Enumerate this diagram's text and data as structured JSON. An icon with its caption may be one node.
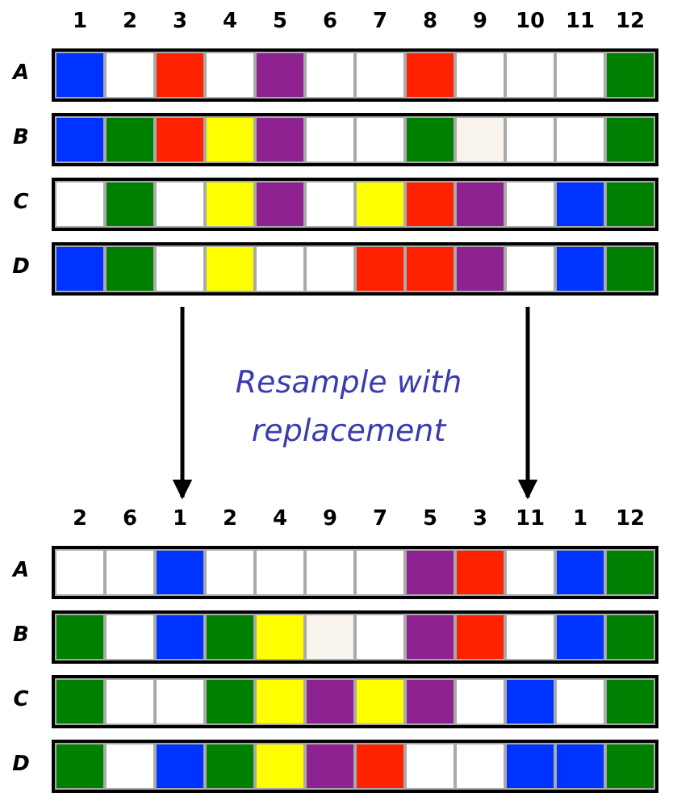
{
  "diagram": {
    "nodes": [
      {
        "text": [],
        "shape": "box"
      },
      {
        "text": [],
        "shape": "box"
      }
    ],
    "edges": [
      {
        "from": 0,
        "to": 1,
        "arrow": "to"
      },
      {
        "from": 0,
        "to": 1,
        "arrow": "to"
      }
    ],
    "labels": [
      "1",
      "2",
      "3",
      "4",
      "5",
      "6",
      "7",
      "8",
      "9",
      "10",
      "11",
      "12",
      "A",
      "B",
      "C",
      "D",
      "Resample with replacement",
      "2",
      "6",
      "1",
      "2",
      "4",
      "9",
      "7",
      "5",
      "3",
      "11",
      "1",
      "12",
      "A",
      "B",
      "C",
      "D"
    ]
  }
}
